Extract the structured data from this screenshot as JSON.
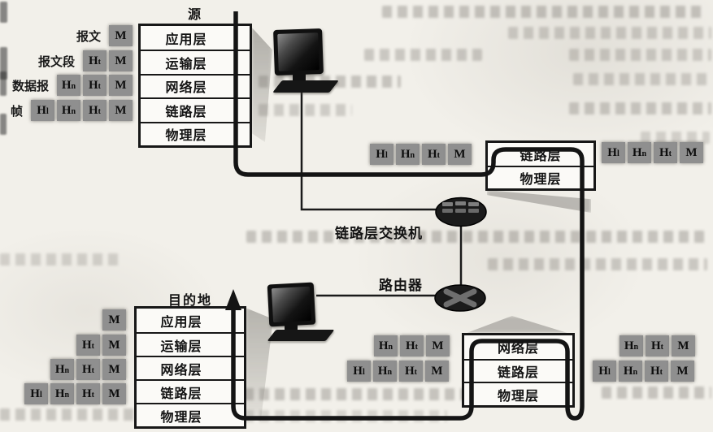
{
  "legend": {
    "rows": [
      {
        "label": "报文",
        "boxes": [
          "M"
        ]
      },
      {
        "label": "报文段",
        "boxes": [
          "Ht",
          "M"
        ]
      },
      {
        "label": "数据报",
        "boxes": [
          "Hn",
          "Ht",
          "M"
        ]
      },
      {
        "label": "帧",
        "boxes": [
          "Hl",
          "Hn",
          "Ht",
          "M"
        ]
      }
    ]
  },
  "source": {
    "title": "源",
    "layers": [
      "应用层",
      "运输层",
      "网络层",
      "链路层",
      "物理层"
    ]
  },
  "destination": {
    "title": "目的地",
    "layers": [
      "应用层",
      "运输层",
      "网络层",
      "链路层",
      "物理层"
    ]
  },
  "switch": {
    "label": "链路层交换机",
    "layers": [
      "链路层",
      "物理层"
    ],
    "pdus_left": [
      "Hl",
      "Hn",
      "Ht",
      "M"
    ],
    "pdus_right": [
      "Hl",
      "Hn",
      "Ht",
      "M"
    ]
  },
  "router": {
    "label": "路由器",
    "layers": [
      "网络层",
      "链路层",
      "物理层"
    ],
    "pdus_left": [
      [
        "Hn",
        "Ht",
        "M"
      ],
      [
        "Hl",
        "Hn",
        "Ht",
        "M"
      ]
    ],
    "pdus_right": [
      [
        "Hn",
        "Ht",
        "M"
      ],
      [
        "Hl",
        "Hn",
        "Ht",
        "M"
      ]
    ]
  },
  "destination_stair": [
    [
      "M"
    ],
    [
      "Ht",
      "M"
    ],
    [
      "Hn",
      "Ht",
      "M"
    ],
    [
      "Hl",
      "Hn",
      "Ht",
      "M"
    ]
  ],
  "colors": {
    "ink": "#141414",
    "pdu_box": "#8f8f8f",
    "paper": "#f2f0ea"
  }
}
